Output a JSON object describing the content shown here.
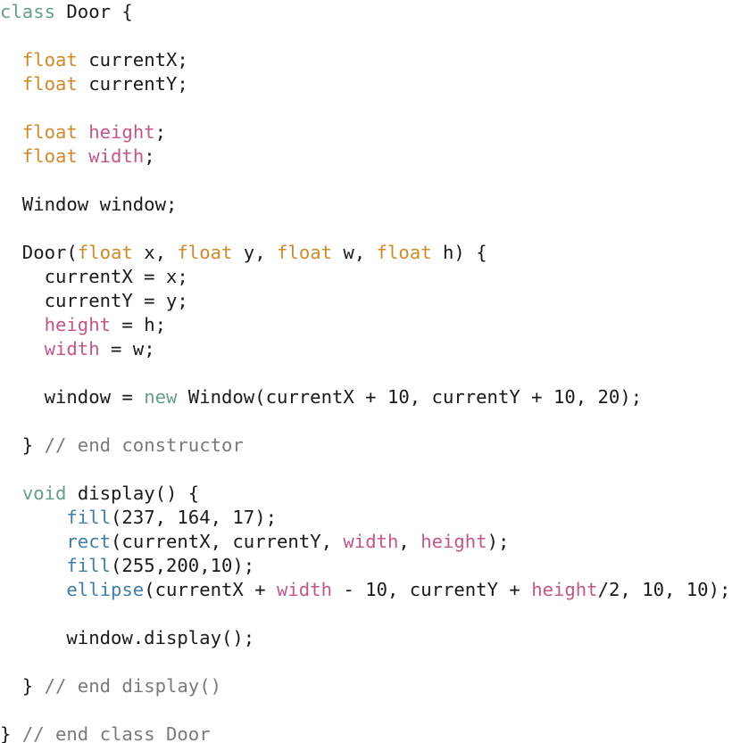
{
  "colors": {
    "plain": "#1a1a1a",
    "keyword": "#669e8e",
    "type": "#d08a2c",
    "field": "#c2578a",
    "function": "#3f7fa8",
    "comment": "#7a7a7a"
  },
  "code": {
    "lines": [
      [
        {
          "t": "class",
          "k": "keyword"
        },
        {
          "t": " Door {",
          "k": "plain"
        }
      ],
      [],
      [
        {
          "t": "  ",
          "k": "plain"
        },
        {
          "t": "float",
          "k": "type"
        },
        {
          "t": " currentX;",
          "k": "plain"
        }
      ],
      [
        {
          "t": "  ",
          "k": "plain"
        },
        {
          "t": "float",
          "k": "type"
        },
        {
          "t": " currentY;",
          "k": "plain"
        }
      ],
      [],
      [
        {
          "t": "  ",
          "k": "plain"
        },
        {
          "t": "float",
          "k": "type"
        },
        {
          "t": " ",
          "k": "plain"
        },
        {
          "t": "height",
          "k": "field"
        },
        {
          "t": ";",
          "k": "plain"
        }
      ],
      [
        {
          "t": "  ",
          "k": "plain"
        },
        {
          "t": "float",
          "k": "type"
        },
        {
          "t": " ",
          "k": "plain"
        },
        {
          "t": "width",
          "k": "field"
        },
        {
          "t": ";",
          "k": "plain"
        }
      ],
      [],
      [
        {
          "t": "  Window window;",
          "k": "plain"
        }
      ],
      [],
      [
        {
          "t": "  Door(",
          "k": "plain"
        },
        {
          "t": "float",
          "k": "type"
        },
        {
          "t": " x, ",
          "k": "plain"
        },
        {
          "t": "float",
          "k": "type"
        },
        {
          "t": " y, ",
          "k": "plain"
        },
        {
          "t": "float",
          "k": "type"
        },
        {
          "t": " w, ",
          "k": "plain"
        },
        {
          "t": "float",
          "k": "type"
        },
        {
          "t": " h) {",
          "k": "plain"
        }
      ],
      [
        {
          "t": "    currentX = x;",
          "k": "plain"
        }
      ],
      [
        {
          "t": "    currentY = y;",
          "k": "plain"
        }
      ],
      [
        {
          "t": "    ",
          "k": "plain"
        },
        {
          "t": "height",
          "k": "field"
        },
        {
          "t": " = h;",
          "k": "plain"
        }
      ],
      [
        {
          "t": "    ",
          "k": "plain"
        },
        {
          "t": "width",
          "k": "field"
        },
        {
          "t": " = w;",
          "k": "plain"
        }
      ],
      [],
      [
        {
          "t": "    window = ",
          "k": "plain"
        },
        {
          "t": "new",
          "k": "keyword"
        },
        {
          "t": " Window(currentX + 10, currentY + 10, 20);",
          "k": "plain"
        }
      ],
      [],
      [
        {
          "t": "  } ",
          "k": "plain"
        },
        {
          "t": "// end constructor",
          "k": "comment"
        }
      ],
      [],
      [
        {
          "t": "  ",
          "k": "plain"
        },
        {
          "t": "void",
          "k": "keyword"
        },
        {
          "t": " display() {",
          "k": "plain"
        }
      ],
      [
        {
          "t": "      ",
          "k": "plain"
        },
        {
          "t": "fill",
          "k": "function"
        },
        {
          "t": "(237, 164, 17);",
          "k": "plain"
        }
      ],
      [
        {
          "t": "      ",
          "k": "plain"
        },
        {
          "t": "rect",
          "k": "function"
        },
        {
          "t": "(currentX, currentY, ",
          "k": "plain"
        },
        {
          "t": "width",
          "k": "field"
        },
        {
          "t": ", ",
          "k": "plain"
        },
        {
          "t": "height",
          "k": "field"
        },
        {
          "t": ");",
          "k": "plain"
        }
      ],
      [
        {
          "t": "      ",
          "k": "plain"
        },
        {
          "t": "fill",
          "k": "function"
        },
        {
          "t": "(255,200,10);",
          "k": "plain"
        }
      ],
      [
        {
          "t": "      ",
          "k": "plain"
        },
        {
          "t": "ellipse",
          "k": "function"
        },
        {
          "t": "(currentX + ",
          "k": "plain"
        },
        {
          "t": "width",
          "k": "field"
        },
        {
          "t": " - 10, currentY + ",
          "k": "plain"
        },
        {
          "t": "height",
          "k": "field"
        },
        {
          "t": "/2, 10, 10);",
          "k": "plain"
        }
      ],
      [],
      [
        {
          "t": "      window.display();",
          "k": "plain"
        }
      ],
      [],
      [
        {
          "t": "  } ",
          "k": "plain"
        },
        {
          "t": "// end display()",
          "k": "comment"
        }
      ],
      [],
      [
        {
          "t": "} ",
          "k": "plain"
        },
        {
          "t": "// end class Door",
          "k": "comment"
        }
      ]
    ]
  }
}
